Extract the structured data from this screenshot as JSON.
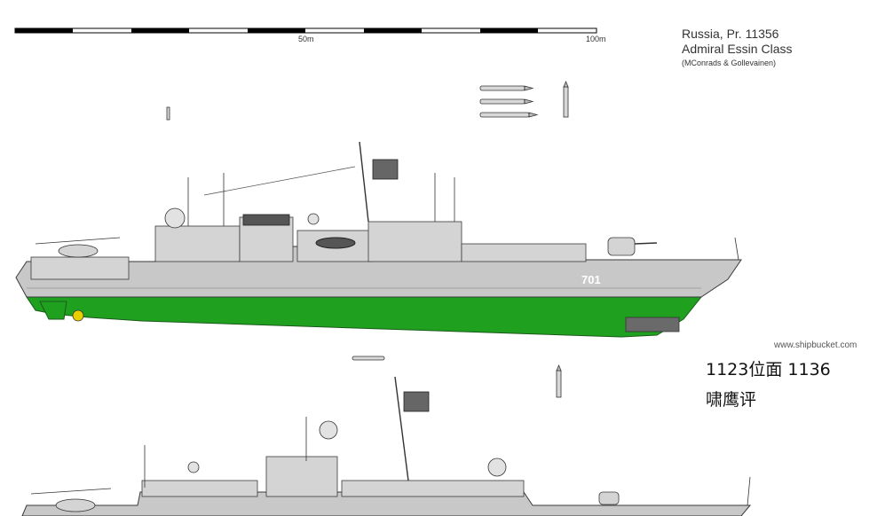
{
  "title_block": {
    "line1": "Russia, Pr. 11356",
    "line2": "Admiral Essin Class",
    "credit": "(MConrads & Gollevainen)"
  },
  "scale_bar": {
    "label_mid": "50m",
    "label_end": "100m"
  },
  "ship_top": {
    "hull_number": "701"
  },
  "watermark": "www.shipbucket.com",
  "caption": {
    "line1": "1123位面  1136",
    "line2": "啸鹰评"
  },
  "colors": {
    "hull_grey": "#c8c8c8",
    "superstructure_grey": "#d4d4d4",
    "underwater_green": "#1fa11f",
    "outline": "#3a3a3a",
    "accent_blue": "#3060c0",
    "dark_grey": "#6a6a6a"
  }
}
